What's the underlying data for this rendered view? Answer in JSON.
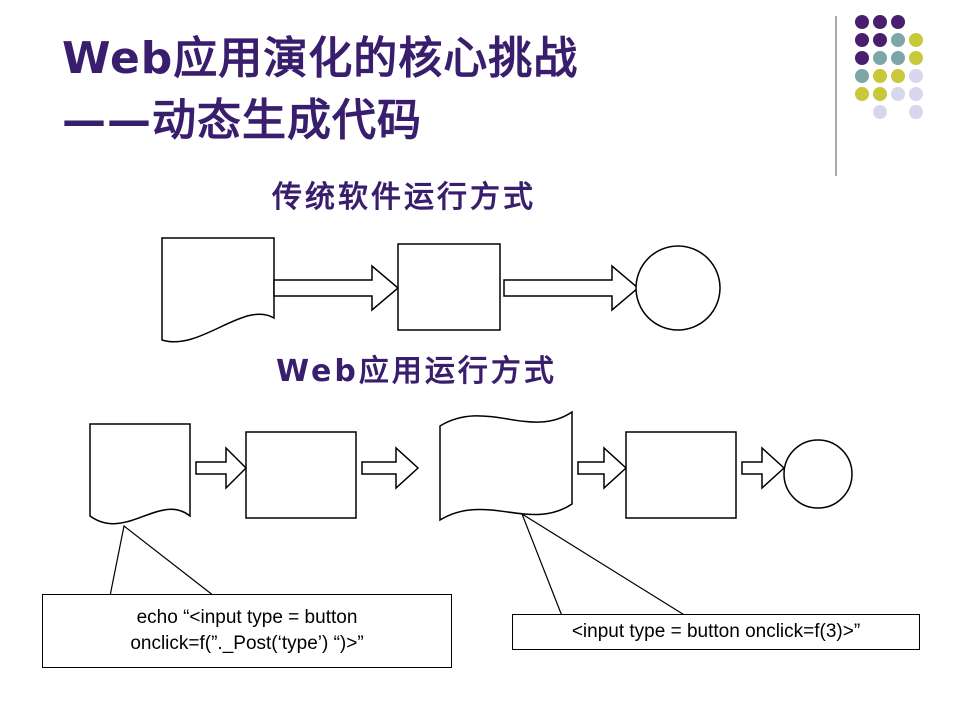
{
  "title": {
    "line1": "Web应用演化的核心挑战",
    "line2": "——动态生成代码"
  },
  "sections": {
    "traditional": "传统软件运行方式",
    "web": "Web应用运行方式"
  },
  "boxes": {
    "trad_doc": "  ",
    "trad_box": "  ",
    "trad_circle": "  ",
    "web_doc1": "  ",
    "web_box1_l1": "  ",
    "web_box1_l2": "  ",
    "web_doc2_l1": "  ",
    "web_doc2_l2": "  ",
    "web_box2_l1": "  ",
    "web_box2_l2": "  ",
    "web_circle": "  "
  },
  "callouts": {
    "left_line1": "echo “<input type = button",
    "left_line2": "onclick=f(”._Post(‘type’) “)>”",
    "right": "<input type = button onclick=f(3)>”"
  },
  "colors": {
    "purple": "#4a1e6e",
    "teal": "#7fa6a6",
    "olive": "#c7c83a",
    "lavender": "#d6d6ec"
  }
}
